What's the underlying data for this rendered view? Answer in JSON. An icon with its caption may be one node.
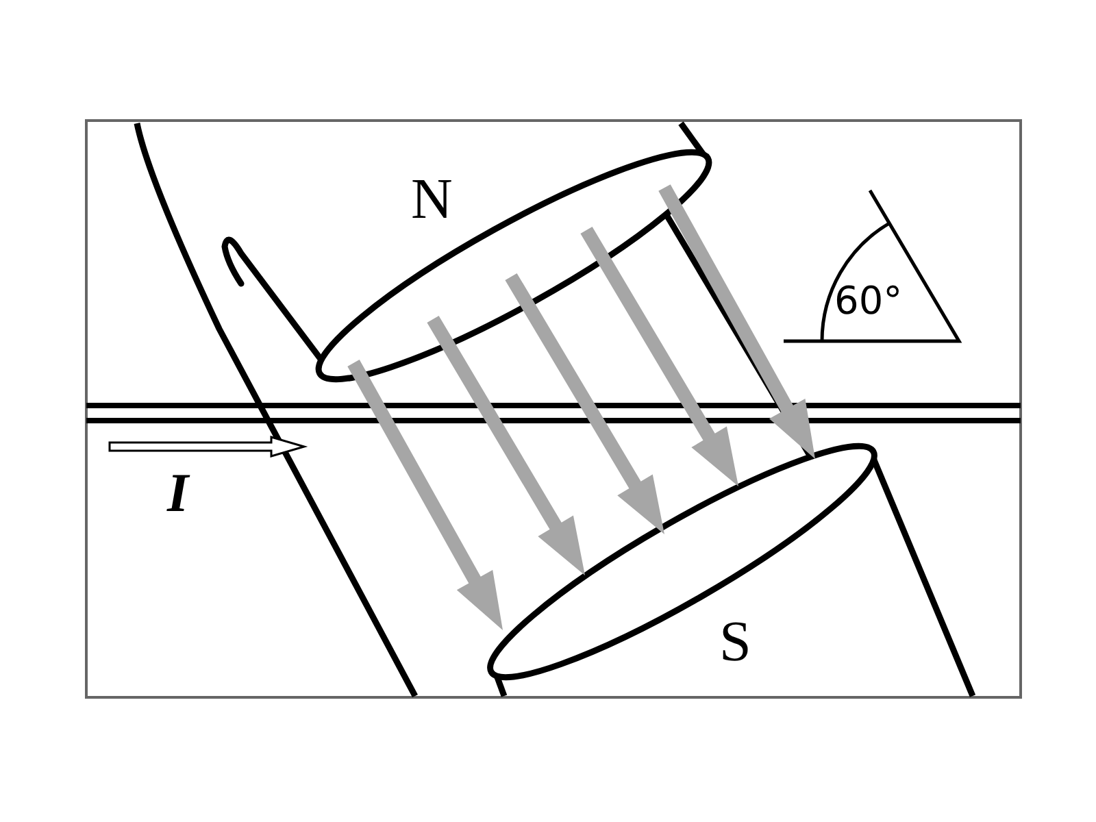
{
  "diagram": {
    "labels": [
      "N",
      "60°",
      "I",
      "S"
    ]
  }
}
